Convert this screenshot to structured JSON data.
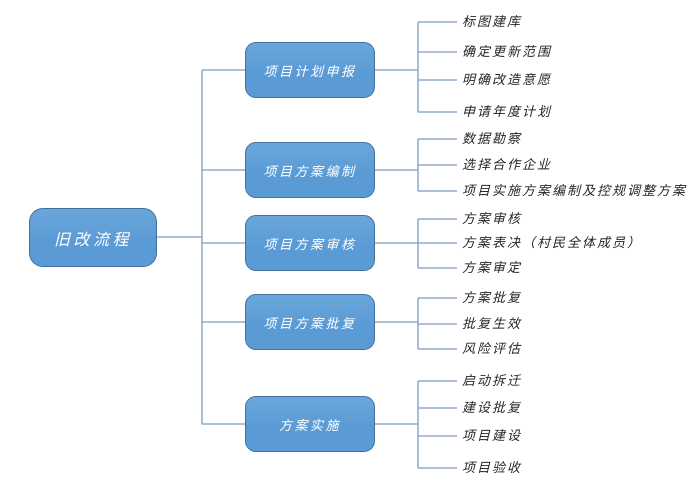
{
  "diagram": {
    "root": {
      "label": "旧改流程"
    },
    "branches": [
      {
        "label": "项目计划申报",
        "children": [
          "标图建库",
          "确定更新范围",
          "明确改造意愿",
          "申请年度计划"
        ]
      },
      {
        "label": "项目方案编制",
        "children": [
          "数据勘察",
          "选择合作企业",
          "项目实施方案编制及控规调整方案"
        ]
      },
      {
        "label": "项目方案审核",
        "children": [
          "方案审核",
          "方案表决（村民全体成员）",
          "方案审定"
        ]
      },
      {
        "label": "项目方案批复",
        "children": [
          "方案批复",
          "批复生效",
          "风险评估"
        ]
      },
      {
        "label": "方案实施",
        "children": [
          "启动拆迁",
          "建设批复",
          "项目建设",
          "项目验收"
        ]
      }
    ],
    "colors": {
      "box_fill": "#5b9bd5",
      "box_fill_light": "#6aa6db",
      "box_border": "#41719c",
      "box_text": "#ffffff",
      "connector": "#7e9cc0",
      "leaf_text": "#262626",
      "background": "#ffffff"
    }
  }
}
